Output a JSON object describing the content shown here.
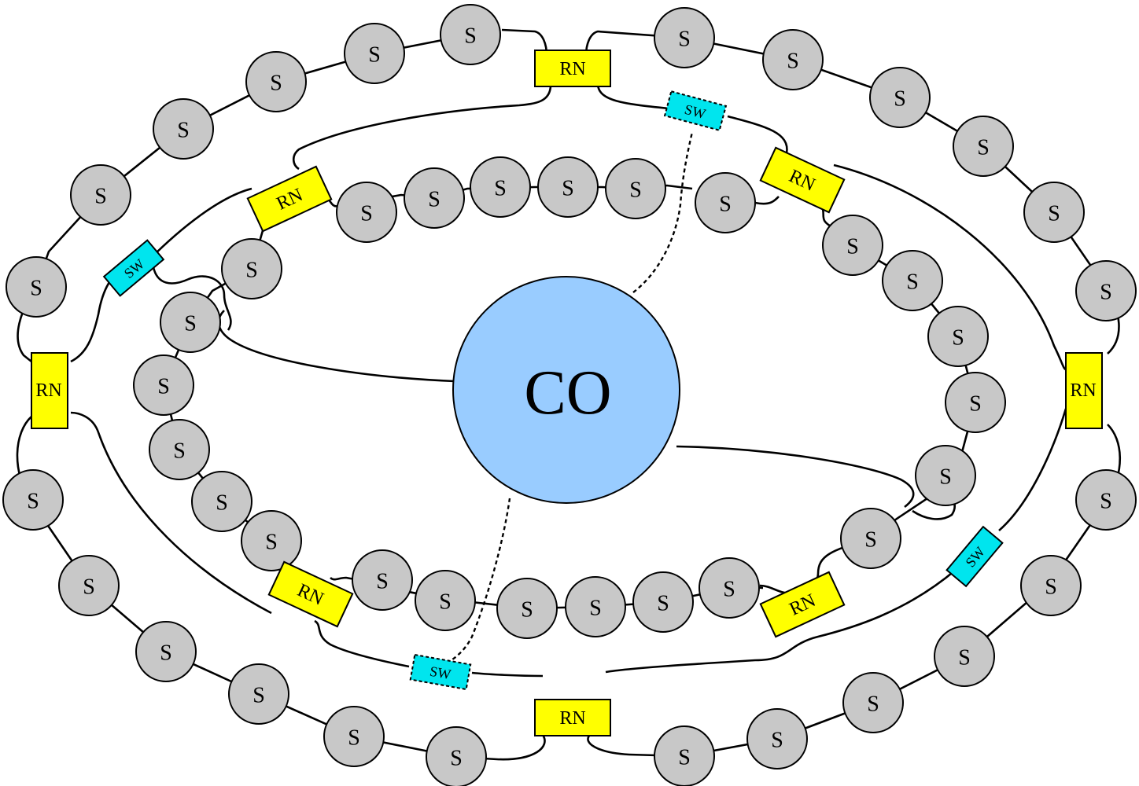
{
  "colors": {
    "station_fill": "#c8c8c8",
    "rn_fill": "#ffff00",
    "sw_fill": "#00e5ee",
    "co_fill": "#99ccff",
    "line": "#000000"
  },
  "labels": {
    "center": "CO",
    "station": "S",
    "remote_node": "RN",
    "switch": "SW"
  }
}
